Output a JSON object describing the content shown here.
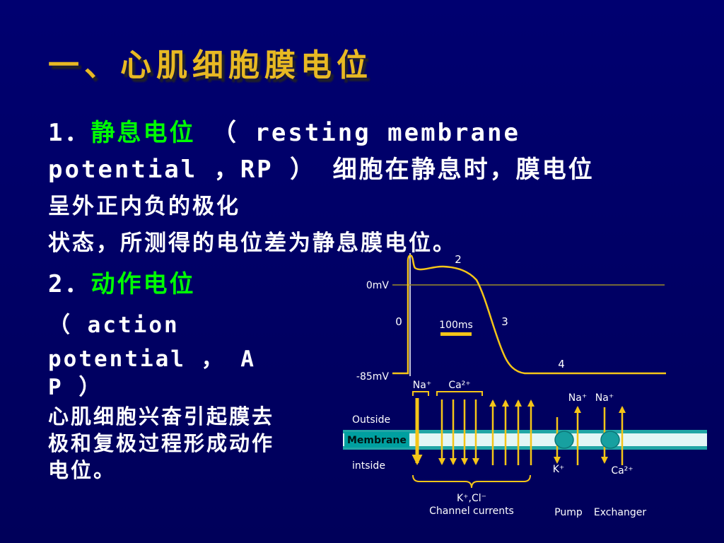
{
  "slide": {
    "title": "一、心肌细胞膜电位",
    "p1": {
      "num": "1．",
      "term": "静息电位",
      "rest1": " （ resting membrane",
      "line2": "potential ，RP ） 细胞在静息时，膜电位",
      "line3": "呈外正内负的极化",
      "line4": "状态，所测得的电位差为静息膜电位。"
    },
    "p2": {
      "num": "2．",
      "term": "动作电位",
      "line1": "（ action",
      "line2": "potential ， A",
      "line3": "P ）",
      "line4": "心肌细胞兴奋引起膜去",
      "line5": "极和复极过程形成动作",
      "line6": "电位。"
    }
  },
  "diagram": {
    "labels": {
      "mv0": "0mV",
      "mv85": "-85mV",
      "scale": "100ms",
      "phase0": "0",
      "phase2": "2",
      "phase3": "3",
      "phase4": "4",
      "na_channel": "Na⁺",
      "ca_channel": "Ca²⁺",
      "outside": "Outside",
      "membrane": "Membrane",
      "inside": "intside",
      "kcl": "K⁺,Cl⁻",
      "channel_currents": "Channel currents",
      "pump_na": "Na⁺",
      "exch_na": "Na⁺",
      "pump_k": "K⁺",
      "exch_ca": "Ca²⁺",
      "pump": "Pump",
      "exchanger": "Exchanger"
    },
    "colors": {
      "trace_gold": "#F5C518",
      "membrane_teal": "#21A6A6",
      "highlight_green": "#00FF00",
      "title_gold": "#E8B923",
      "background_navy": "#000066"
    }
  }
}
